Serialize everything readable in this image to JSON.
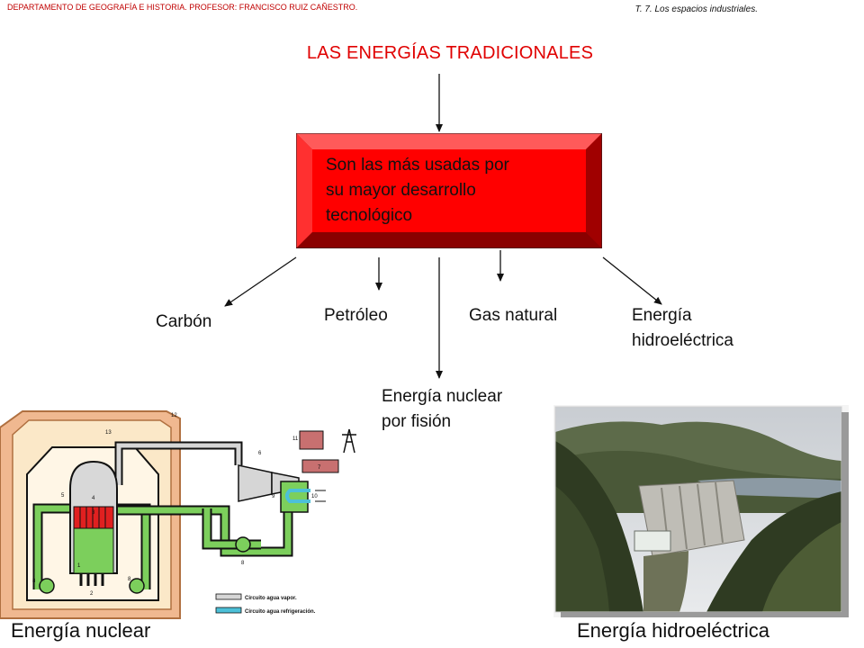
{
  "header": {
    "department": "DEPARTAMENTO DE GEOGRAFÍA E HISTORIA. PROFESOR: FRANCISCO RUIZ CAÑESTRO.",
    "topic": "T. 7. Los espacios industriales."
  },
  "title": "LAS ENERGÍAS TRADICIONALES",
  "box": {
    "lines": [
      "Son las más usadas por",
      "su mayor desarrollo",
      "tecnológico"
    ],
    "color": "#ff0000"
  },
  "energies": {
    "carbon": "Carbón",
    "petroleo": "Petróleo",
    "gas": "Gas natural",
    "hidro": [
      "Energía",
      "hidroeléctrica"
    ],
    "nuclear": [
      "Energía nuclear",
      "por fisión"
    ]
  },
  "nuclear_diagram": {
    "numbers": [
      "12",
      "13",
      "6",
      "11",
      "7",
      "5",
      "4",
      "3",
      "9",
      "10",
      "8",
      "8",
      "8",
      "1",
      "2"
    ],
    "legend": [
      "Circuito agua vapor.",
      "Circuito agua refrigeración."
    ]
  },
  "captions": {
    "left": "Energía nuclear",
    "right": "Energía hidroeléctrica"
  }
}
